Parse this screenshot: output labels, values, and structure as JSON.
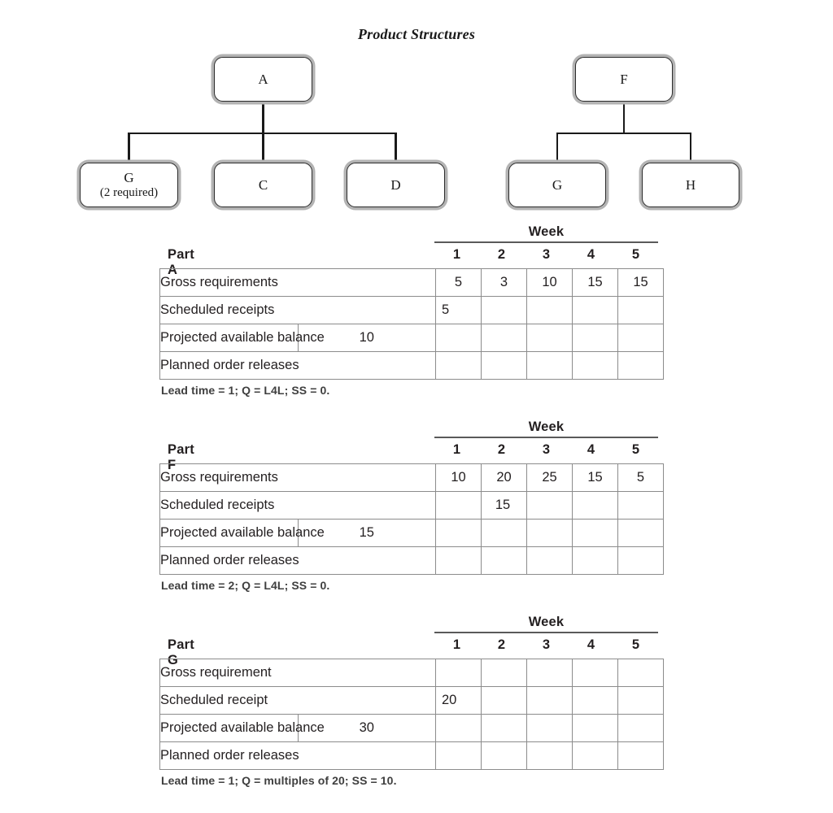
{
  "page": {
    "title": "Product Structures"
  },
  "structures": [
    {
      "name": "structure-a",
      "root": {
        "label": "A"
      },
      "children": [
        {
          "label": "G",
          "sub": "(2 required)"
        },
        {
          "label": "C",
          "sub": ""
        },
        {
          "label": "D",
          "sub": ""
        }
      ]
    },
    {
      "name": "structure-f",
      "root": {
        "label": "F"
      },
      "children": [
        {
          "label": "G",
          "sub": ""
        },
        {
          "label": "H",
          "sub": ""
        }
      ]
    }
  ],
  "tables": [
    {
      "part_label": "Part A",
      "week_header": "Week",
      "week_numbers": [
        "1",
        "2",
        "3",
        "4",
        "5"
      ],
      "rows": [
        {
          "label": "Gross requirements",
          "pab": null,
          "values": [
            "5",
            "3",
            "10",
            "15",
            "15"
          ],
          "align": "center"
        },
        {
          "label": "Scheduled receipts",
          "pab": null,
          "values": [
            "5",
            "",
            "",
            "",
            ""
          ],
          "align": "left"
        },
        {
          "label": "Projected available balance",
          "pab": "10",
          "values": [
            "",
            "",
            "",
            "",
            ""
          ],
          "align": "left"
        },
        {
          "label": "Planned order releases",
          "pab": null,
          "values": [
            "",
            "",
            "",
            "",
            ""
          ],
          "align": "left"
        }
      ],
      "note": "Lead time = 1; Q = L4L; SS = 0."
    },
    {
      "part_label": "Part F",
      "week_header": "Week",
      "week_numbers": [
        "1",
        "2",
        "3",
        "4",
        "5"
      ],
      "rows": [
        {
          "label": "Gross requirements",
          "pab": null,
          "values": [
            "10",
            "20",
            "25",
            "15",
            "5"
          ],
          "align": "center"
        },
        {
          "label": "Scheduled receipts",
          "pab": null,
          "values": [
            "",
            "15",
            "",
            "",
            ""
          ],
          "align": "mid"
        },
        {
          "label": "Projected available balance",
          "pab": "15",
          "values": [
            "",
            "",
            "",
            "",
            ""
          ],
          "align": "left"
        },
        {
          "label": "Planned order releases",
          "pab": null,
          "values": [
            "",
            "",
            "",
            "",
            ""
          ],
          "align": "left"
        }
      ],
      "note": "Lead time = 2; Q = L4L; SS = 0."
    },
    {
      "part_label": "Part G",
      "week_header": "Week",
      "week_numbers": [
        "1",
        "2",
        "3",
        "4",
        "5"
      ],
      "rows": [
        {
          "label": "Gross requirement",
          "pab": null,
          "values": [
            "",
            "",
            "",
            "",
            ""
          ],
          "align": "center"
        },
        {
          "label": "Scheduled receipt",
          "pab": null,
          "values": [
            "20",
            "",
            "",
            "",
            ""
          ],
          "align": "left"
        },
        {
          "label": "Projected available balance",
          "pab": "30",
          "values": [
            "",
            "",
            "",
            "",
            ""
          ],
          "align": "left"
        },
        {
          "label": "Planned order releases",
          "pab": null,
          "values": [
            "",
            "",
            "",
            "",
            ""
          ],
          "align": "left"
        }
      ],
      "note": "Lead time = 1; Q = multiples of 20; SS = 10."
    }
  ],
  "layout": {
    "table_tops": [
      288,
      528,
      768
    ],
    "colors": {
      "ink": "#231f20",
      "grid": "#8c8c8c",
      "box_shadow": "#b3b3b3",
      "connector": "#1a1a1a"
    }
  }
}
